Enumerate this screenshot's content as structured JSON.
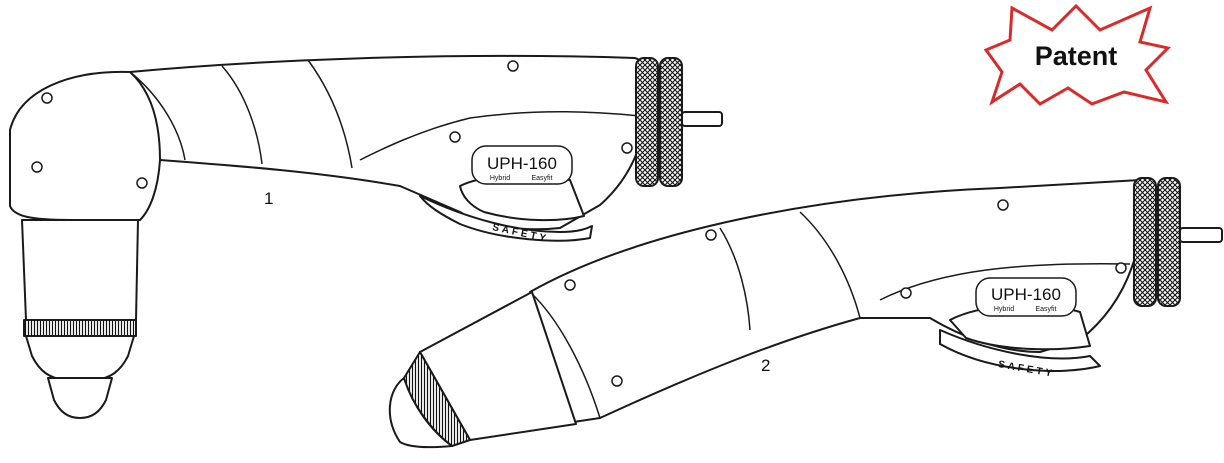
{
  "badge": {
    "text": "Patent",
    "color": "#d92b2b"
  },
  "callouts": {
    "torch1": "1",
    "torch2": "2"
  },
  "torch1_label": {
    "model": "UPH-160",
    "left": "Hybrid",
    "right": "Easyfit",
    "grip": "SAFETY"
  },
  "torch2_label": {
    "model": "UPH-160",
    "left": "Hybrid",
    "right": "Easyfit",
    "grip": "SAFETY"
  },
  "colors": {
    "line": "#1a1a1a",
    "fill": "#ffffff"
  }
}
